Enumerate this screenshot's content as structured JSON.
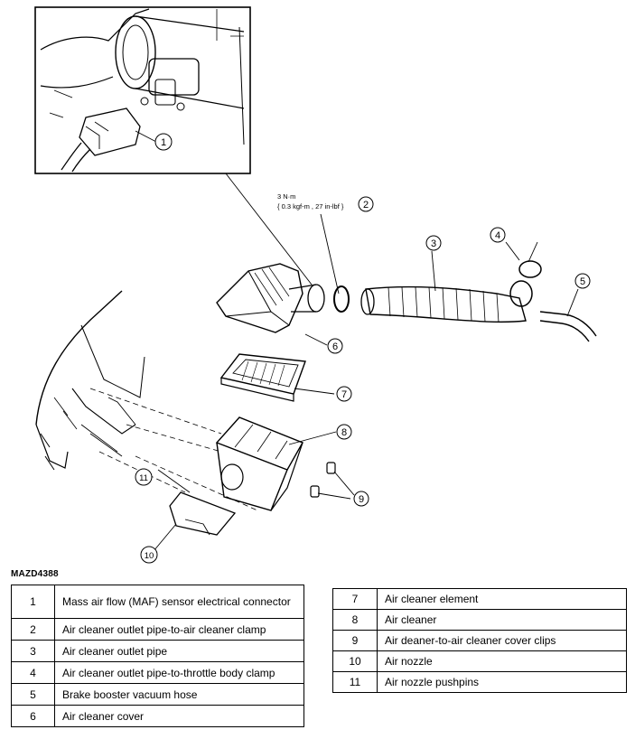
{
  "figure_id": "MAZD4388",
  "torque_spec": {
    "line1": "3 N·m",
    "line2": "{ 0.3 kgf-m , 27 in-lbf }"
  },
  "callouts": [
    "1",
    "2",
    "3",
    "4",
    "5",
    "6",
    "7",
    "8",
    "9",
    "10",
    "11"
  ],
  "legend_left": [
    {
      "num": "1",
      "desc": "Mass air flow (MAF) sensor electrical connector"
    },
    {
      "num": "2",
      "desc": "Air cleaner outlet pipe-to-air cleaner clamp"
    },
    {
      "num": "3",
      "desc": "Air cleaner outlet pipe"
    },
    {
      "num": "4",
      "desc": "Air cleaner outlet pipe-to-throttle body clamp"
    },
    {
      "num": "5",
      "desc": "Brake booster vacuum hose"
    },
    {
      "num": "6",
      "desc": "Air cleaner cover"
    }
  ],
  "legend_right": [
    {
      "num": "7",
      "desc": "Air cleaner element"
    },
    {
      "num": "8",
      "desc": "Air cleaner"
    },
    {
      "num": "9",
      "desc": "Air deaner-to-air cleaner cover clips"
    },
    {
      "num": "10",
      "desc": "Air nozzle"
    },
    {
      "num": "11",
      "desc": "Air nozzle pushpins"
    }
  ]
}
